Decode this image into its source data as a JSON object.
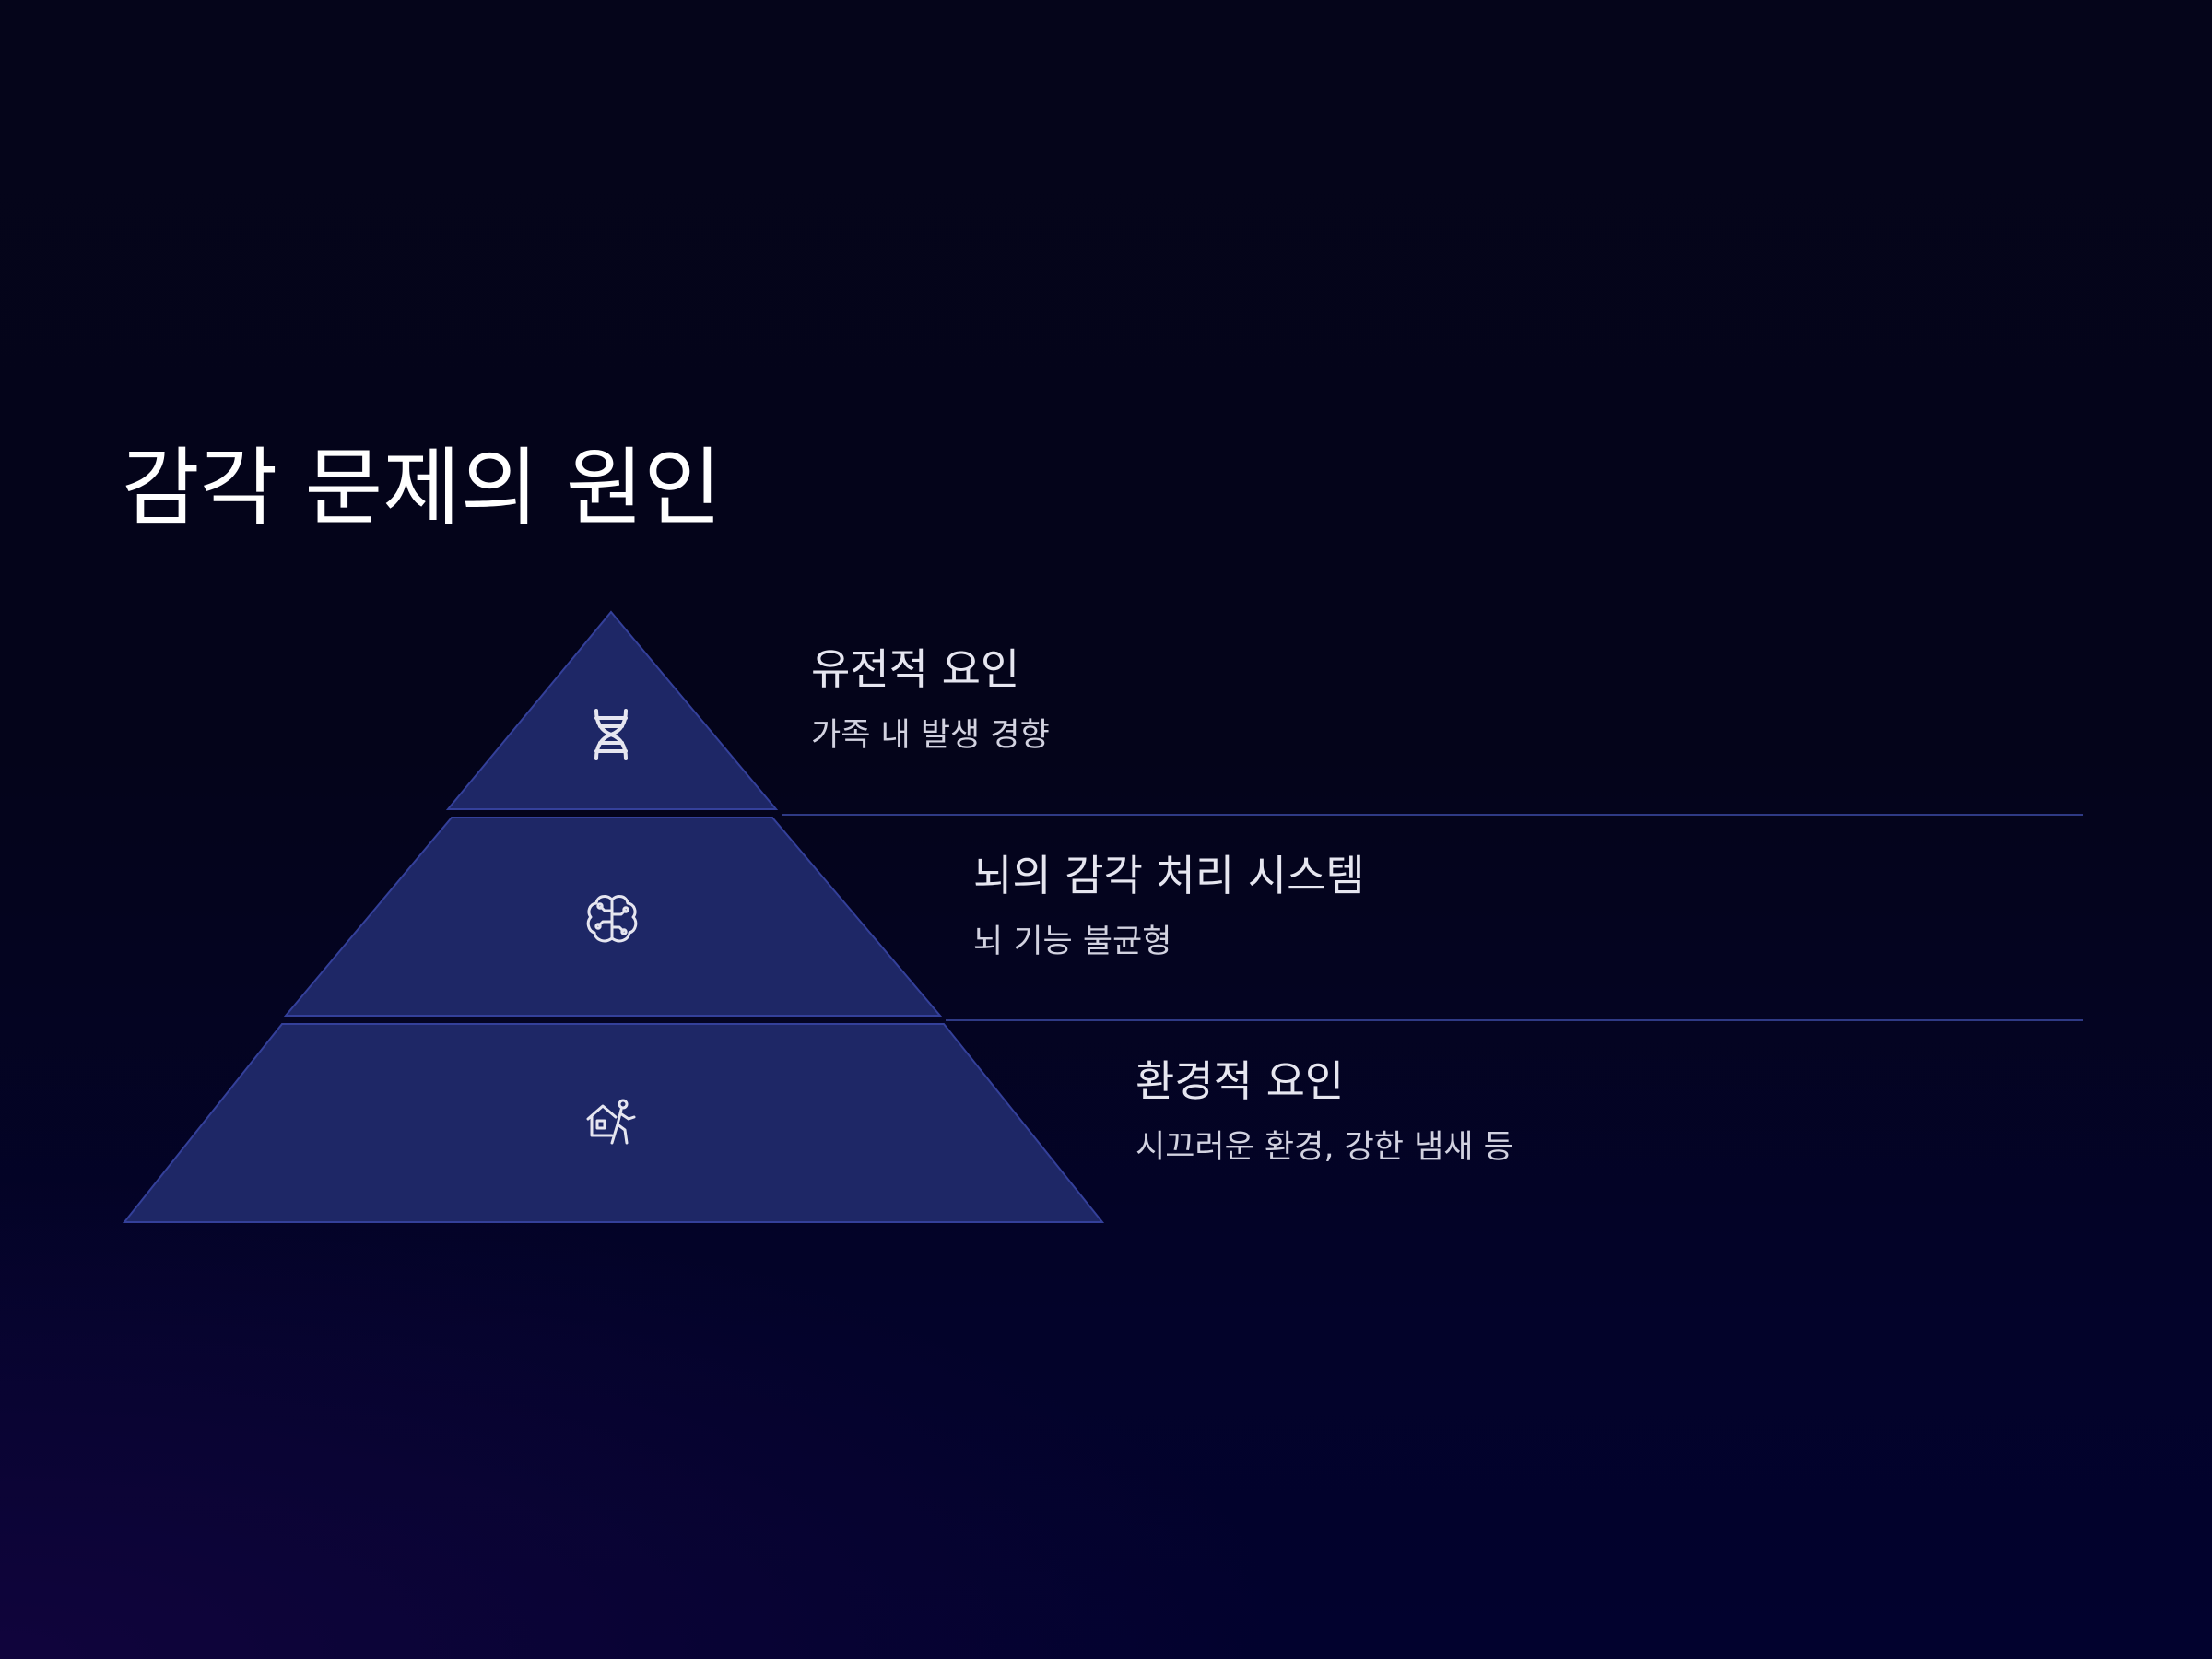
{
  "title": "감각 문제의 원인",
  "levels": [
    {
      "heading": "유전적 요인",
      "description": "가족 내 발생 경향",
      "icon": "dna-icon"
    },
    {
      "heading": "뇌의 감각 처리 시스템",
      "description": "뇌 기능 불균형",
      "icon": "brain-icon"
    },
    {
      "heading": "환경적 요인",
      "description": "시끄러운 환경, 강한 냄새 등",
      "icon": "house-person-icon"
    }
  ],
  "colors": {
    "pyramid_fill": "#1e2766",
    "pyramid_stroke": "#34409a",
    "divider": "#2f3a85",
    "icon_stroke": "#e6e6f0"
  }
}
